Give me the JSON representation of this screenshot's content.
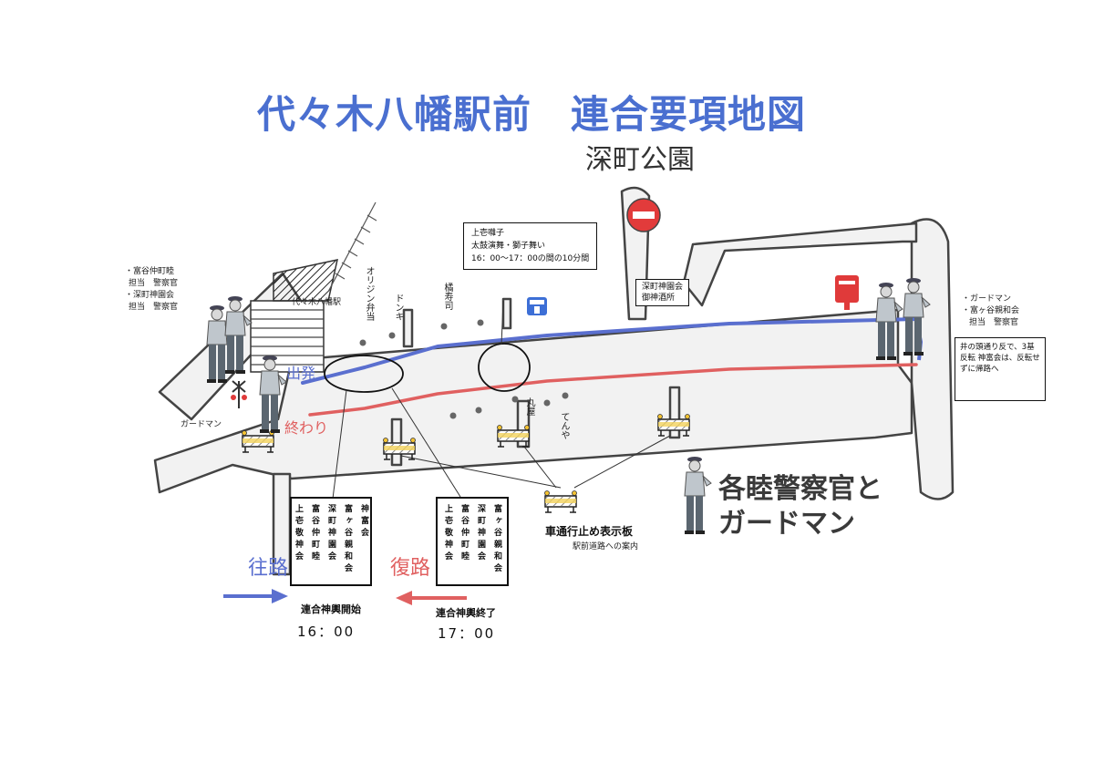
{
  "title": "代々木八幡駅前　連合要項地図",
  "subtitle": "深町公園",
  "left_notes": [
    "・富谷仲町睦",
    "担当　警察官",
    "・深町神園会",
    "担当　警察官"
  ],
  "station": "代々木八幡駅",
  "shops": {
    "origin": "オリジン弁当",
    "donki": "ドンキ",
    "tachibana": "橘寿司",
    "maruya": "丸屋",
    "tenya": "てんや"
  },
  "event_box": [
    "上壱囃子",
    "太鼓演舞・獅子舞い",
    "16：00～17：00の間の10分間"
  ],
  "shrine_box": [
    "深町神園会",
    "御神酒所"
  ],
  "right_notes": [
    "・ガードマン",
    "・富ヶ谷親和会",
    "担当　警察官"
  ],
  "right_box": "井の頭通り反で、3基反転\n神富会は、反転せずに帰路へ",
  "guardman_left": "ガードマン",
  "start_label": "出発",
  "end_label": "終わり",
  "outbound": {
    "label": "往路",
    "caption": "連合神輿開始",
    "time": "16：00",
    "color": "#5a6fcf"
  },
  "inbound": {
    "label": "復路",
    "caption": "連合神輿終了",
    "time": "17：00",
    "color": "#e06060"
  },
  "left_groups_box": [
    "神富会",
    "富ヶ谷親和会",
    "深町神園会",
    "富谷仲町睦",
    "上壱敬神会"
  ],
  "right_groups_box": [
    "富ヶ谷親和会",
    "深町神園会",
    "富谷仲町睦",
    "上壱敬神会"
  ],
  "barrier_label": "車通行止め表示板",
  "barrier_sublabel": "駅前道路への案内",
  "police_label": [
    "各睦警察官と",
    "ガードマン"
  ],
  "icons": [
    "no-entry-sign-icon",
    "mailbox-icon",
    "lawson-sign-icon",
    "railway-crossing-icon",
    "barrier-icon",
    "police-officer-icon"
  ]
}
